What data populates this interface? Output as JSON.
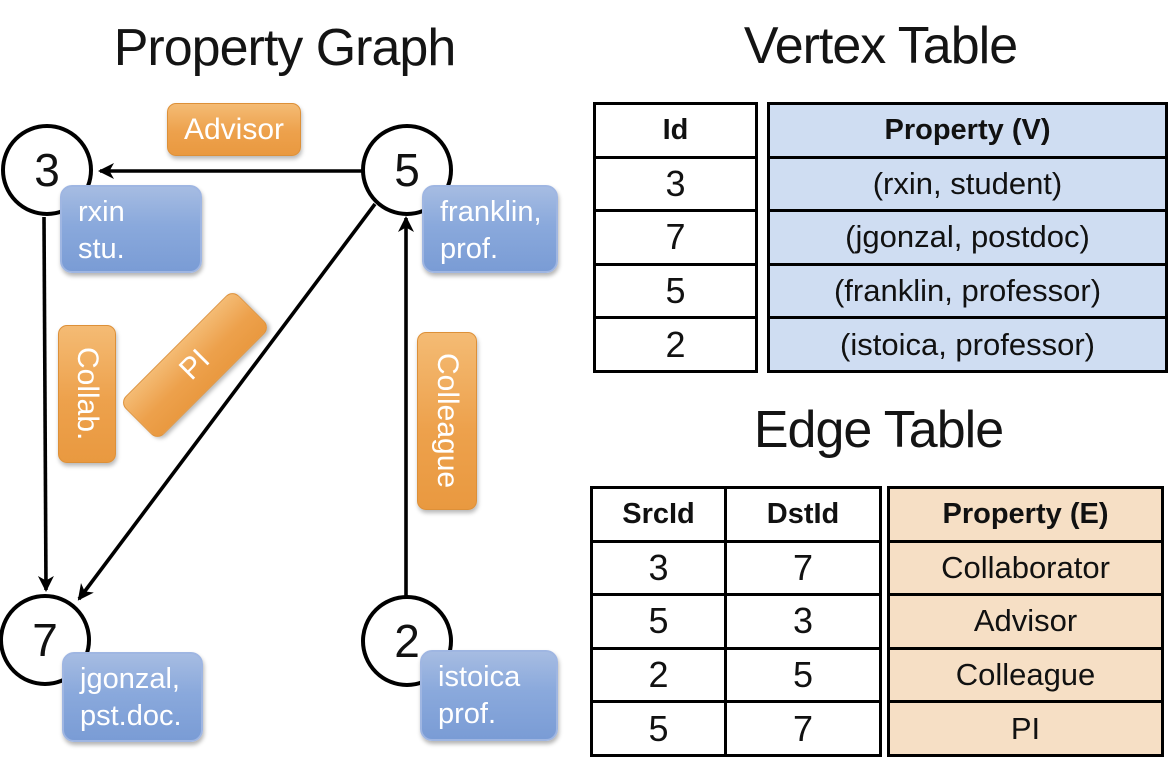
{
  "titles": {
    "graph": "Property Graph",
    "vertex": "Vertex Table",
    "edge": "Edge Table"
  },
  "graph": {
    "nodes": {
      "n3": {
        "id": "3",
        "prop1": "rxin",
        "prop2": "stu."
      },
      "n5": {
        "id": "5",
        "prop1": "franklin,",
        "prop2": "prof."
      },
      "n7": {
        "id": "7",
        "prop1": "jgonzal,",
        "prop2": "pst.doc."
      },
      "n2": {
        "id": "2",
        "prop1": "istoica",
        "prop2": "prof."
      }
    },
    "edge_labels": {
      "advisor": "Advisor",
      "collab": "Collab.",
      "pi": "PI",
      "colleague": "Colleague"
    }
  },
  "vertex_table": {
    "headers": {
      "id": "Id",
      "property": "Property (V)"
    },
    "rows": [
      {
        "id": "3",
        "property": "(rxin, student)"
      },
      {
        "id": "7",
        "property": "(jgonzal, postdoc)"
      },
      {
        "id": "5",
        "property": "(franklin, professor)"
      },
      {
        "id": "2",
        "property": "(istoica, professor)"
      }
    ]
  },
  "edge_table": {
    "headers": {
      "src": "SrcId",
      "dst": "DstId",
      "property": "Property (E)"
    },
    "rows": [
      {
        "src": "3",
        "dst": "7",
        "property": "Collaborator"
      },
      {
        "src": "5",
        "dst": "3",
        "property": "Advisor"
      },
      {
        "src": "2",
        "dst": "5",
        "property": "Colleague"
      },
      {
        "src": "5",
        "dst": "7",
        "property": "PI"
      }
    ]
  },
  "colors": {
    "edge_label_fill": "#eda14c",
    "vertex_prop_fill": "#8aa9dc",
    "vertex_table_fill": "#cfddf2",
    "edge_table_fill": "#f6dfc5",
    "line": "#000000",
    "background": "#ffffff"
  }
}
